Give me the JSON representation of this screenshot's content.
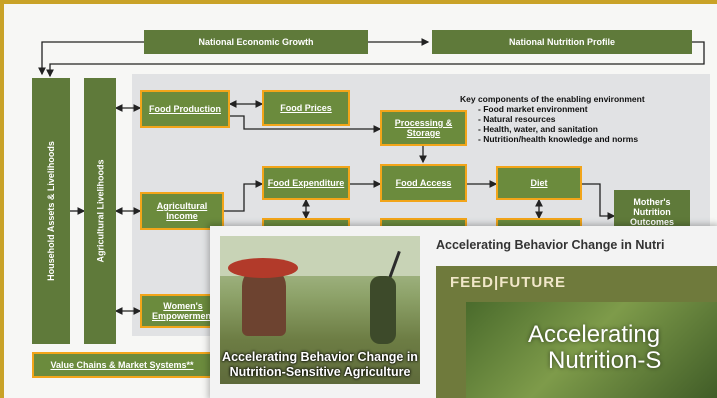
{
  "diagram": {
    "top_bar": {
      "growth": "National Economic Growth",
      "profile": "National Nutrition Profile"
    },
    "left_columns": {
      "household": "Household Assets & Livelihoods",
      "agricultural": "Agricultural Livelihoods"
    },
    "boxes": {
      "food_production": "Food Production",
      "food_prices": "Food Prices",
      "processing_storage": "Processing & Storage",
      "agricultural_income": "Agricultural Income",
      "food_expenditure": "Food Expenditure",
      "food_access": "Food Access",
      "diet": "Diet",
      "mothers_nutrition": "Mother's Nutrition Outcomes",
      "womens_empowerment": "Women's Empowerment",
      "value_chains": "Value Chains & Market Systems**"
    },
    "legend": {
      "title": "Key components of the enabling environment",
      "items": [
        "- Food market environment",
        "- Natural resources",
        "- Health, water, and sanitation",
        "- Nutrition/health knowledge and norms"
      ]
    }
  },
  "video_card": {
    "thumbnail_caption": "Accelerating Behavior Change in Nutrition-Sensitive Agriculture",
    "title": "Accelerating Behavior Change in Nutri",
    "poster_brand": "FEED|FUTURE",
    "poster_line1": "Accelerating",
    "poster_line2": "Nutrition-S"
  },
  "colors": {
    "dark_green": "#5f7a3a",
    "box_green": "#6b8b3d",
    "orange_border": "#f2a51a",
    "panel_gray": "#e1e2e4",
    "frame_gold": "#c9a227"
  }
}
